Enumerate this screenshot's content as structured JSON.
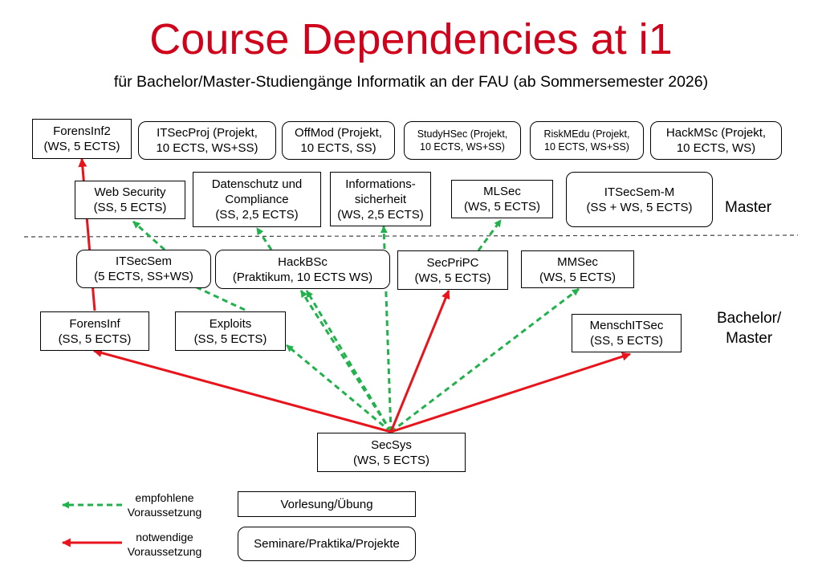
{
  "title": "Course Dependencies at i1",
  "subtitle": "für Bachelor/Master-Studiengänge Informatik an der FAU (ab Sommersemester 2026)",
  "levels": {
    "master": "Master",
    "bachelor_master_line1": "Bachelor/",
    "bachelor_master_line2": "Master"
  },
  "colors": {
    "title": "#d0021b",
    "recommended": "#22b14c",
    "required": "#e8141b"
  },
  "courses": {
    "forensinf2": {
      "l1": "ForensInf2",
      "l2": "(WS, 5 ECTS)"
    },
    "itsecproj": {
      "l1": "ITSecProj (Projekt,",
      "l2": "10 ECTS, WS+SS)"
    },
    "offmod": {
      "l1": "OffMod (Projekt,",
      "l2": "10 ECTS, SS)"
    },
    "studyhsec": {
      "l1": "StudyHSec (Projekt,",
      "l2": "10 ECTS, WS+SS)"
    },
    "riskmedu": {
      "l1": "RiskMEdu (Projekt,",
      "l2": "10 ECTS, WS+SS)"
    },
    "hackmsc": {
      "l1": "HackMSc (Projekt,",
      "l2": "10 ECTS, WS)"
    },
    "websecurity": {
      "l1": "Web Security",
      "l2": "(SS, 5 ECTS)"
    },
    "datenschutz": {
      "l1": "Datenschutz und",
      "l2": "Compliance",
      "l3": "(SS, 2,5 ECTS)"
    },
    "infosich": {
      "l1": "Informations-",
      "l2": "sicherheit",
      "l3": "(WS, 2,5 ECTS)"
    },
    "mlsec": {
      "l1": "MLSec",
      "l2": "(WS, 5 ECTS)"
    },
    "itsecsemm": {
      "l1": "ITSecSem-M",
      "l2": "(SS + WS, 5 ECTS)"
    },
    "itsecsem": {
      "l1": "ITSecSem",
      "l2": "(5 ECTS, SS+WS)"
    },
    "hackbsc": {
      "l1": "HackBSc",
      "l2": "(Praktikum, 10 ECTS WS)"
    },
    "secpripc": {
      "l1": "SecPriPC",
      "l2": "(WS, 5 ECTS)"
    },
    "mmsec": {
      "l1": "MMSec",
      "l2": "(WS, 5 ECTS)"
    },
    "forensinf": {
      "l1": "ForensInf",
      "l2": "(SS, 5 ECTS)"
    },
    "exploits": {
      "l1": "Exploits",
      "l2": "(SS, 5 ECTS)"
    },
    "menschitsec": {
      "l1": "MenschITSec",
      "l2": "(SS, 5 ECTS)"
    },
    "secsys": {
      "l1": "SecSys",
      "l2": "(WS, 5 ECTS)"
    }
  },
  "legend": {
    "recommended_l1": "empfohlene",
    "recommended_l2": "Voraussetzung",
    "required_l1": "notwendige",
    "required_l2": "Voraussetzung",
    "lecture": "Vorlesung/Übung",
    "seminar": "Seminare/Praktika/Projekte"
  }
}
